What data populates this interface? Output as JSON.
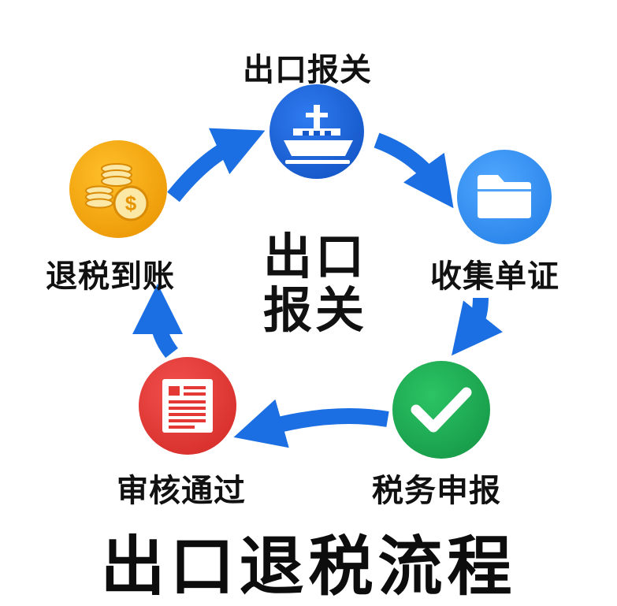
{
  "center": {
    "line1": "出口",
    "line2": "报关"
  },
  "footer": {
    "title": "出口退税流程"
  },
  "steps": [
    {
      "label": "出口报关",
      "icon": "ship-icon",
      "color": "#1565d8"
    },
    {
      "label": "收集单证",
      "icon": "folder-icon",
      "color": "#2f8ef0"
    },
    {
      "label": "税务申报",
      "icon": "checkmark-icon",
      "color": "#1fae55"
    },
    {
      "label": "审核通过",
      "icon": "document-icon",
      "color": "#e53935"
    },
    {
      "label": "退税到账",
      "icon": "coins-icon",
      "color": "#f3a60c"
    }
  ],
  "arrow_color": "#1b6fe3"
}
